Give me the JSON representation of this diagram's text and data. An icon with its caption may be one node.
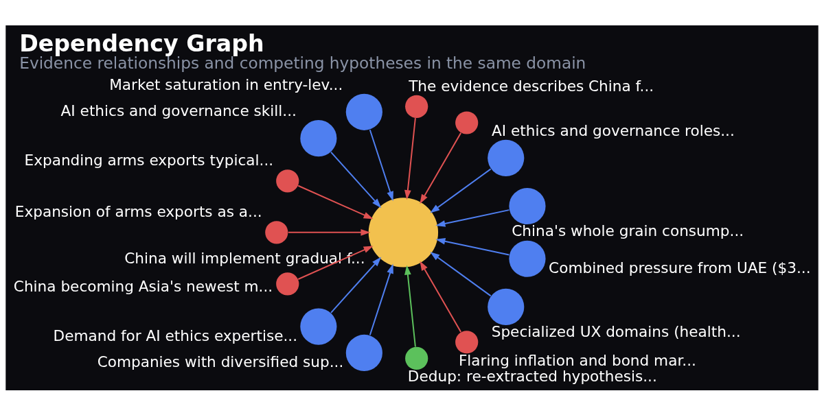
{
  "diagram": {
    "title": "Dependency Graph",
    "caption": "Evidence relationships and competing hypotheses in the same domain",
    "nodes": [
      {
        "text": [
          "China's whole grain consump..."
        ]
      },
      {
        "text": [
          "AI ethics and governance roles..."
        ]
      },
      {
        "text": [],
        "shape": "circle"
      },
      {
        "text": [
          "The evidence describes China f..."
        ]
      },
      {
        "text": [
          "Market saturation in entry-lev..."
        ]
      },
      {
        "text": [
          "AI ethics and governance skill..."
        ]
      },
      {
        "text": [
          "Expanding arms exports typical..."
        ]
      },
      {
        "text": [
          "China will implement gradual f..."
        ]
      },
      {
        "text": [
          "Expansion of arms exports as a..."
        ]
      },
      {
        "text": [
          "China becoming Asia's newest m..."
        ]
      },
      {
        "text": [
          "Demand for AI ethics expertise..."
        ]
      },
      {
        "text": [
          "Companies with diversified sup..."
        ]
      },
      {
        "text": [
          "Dedup: re-extracted hypothesis..."
        ]
      },
      {
        "text": [
          "Flaring inflation and bond mar..."
        ]
      },
      {
        "text": [
          "Specialized UX domains (health..."
        ]
      },
      {
        "text": [
          "Combined pressure from UAE ($3..."
        ]
      }
    ],
    "edges": [
      {
        "from": 0,
        "to": 7,
        "arrow": "to"
      },
      {
        "from": 1,
        "to": 7,
        "arrow": "to"
      },
      {
        "from": 2,
        "to": 7,
        "arrow": "to",
        "color": "#e05252"
      },
      {
        "from": 3,
        "to": 7,
        "arrow": "to",
        "color": "#e05252"
      },
      {
        "from": 4,
        "to": 7,
        "arrow": "to"
      },
      {
        "from": 5,
        "to": 7,
        "arrow": "to"
      },
      {
        "from": 6,
        "to": 7,
        "arrow": "to",
        "color": "#e05252"
      },
      {
        "from": 8,
        "to": 7,
        "arrow": "to",
        "color": "#e05252"
      },
      {
        "from": 9,
        "to": 7,
        "arrow": "to",
        "color": "#e05252"
      },
      {
        "from": 10,
        "to": 7,
        "arrow": "to"
      },
      {
        "from": 11,
        "to": 7,
        "arrow": "to"
      },
      {
        "from": 12,
        "to": 7,
        "arrow": "to",
        "color": "#5cc15c"
      },
      {
        "from": 13,
        "to": 7,
        "arrow": "to",
        "color": "#e05252"
      },
      {
        "from": 14,
        "to": 7,
        "arrow": "to"
      },
      {
        "from": 15,
        "to": 7,
        "arrow": "to"
      }
    ]
  }
}
